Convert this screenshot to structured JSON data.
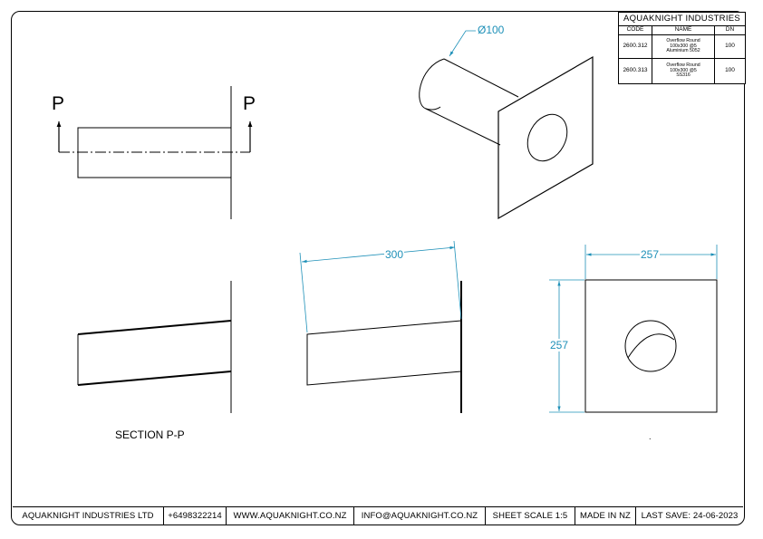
{
  "title_block": {
    "company": "AQUAKNIGHT INDUSTRIES",
    "columns": [
      "CODE",
      "NAME",
      "DN"
    ],
    "rows": [
      {
        "code": "2600.312",
        "name_lines": [
          "Overflow Round",
          "100x300 @5",
          "Aluminium 5052"
        ],
        "dn": "100"
      },
      {
        "code": "2600.313",
        "name_lines": [
          "Overflow Round",
          "100x300 @5",
          "SS316"
        ],
        "dn": "100"
      }
    ]
  },
  "labels": {
    "section_left": "P",
    "section_right": "P",
    "section_title": "SECTION P-P",
    "small_mark": "."
  },
  "dimensions": {
    "diameter": "Ø100",
    "length": "300",
    "width": "257",
    "height": "257"
  },
  "colors": {
    "line": "#000000",
    "dimension": "#1e90b8"
  },
  "footer": {
    "company": "AQUAKNIGHT INDUSTRIES LTD",
    "phone": "+6498322214",
    "website": "WWW.AQUAKNIGHT.CO.NZ",
    "email": "INFO@AQUAKNIGHT.CO.NZ",
    "scale": "SHEET SCALE 1:5",
    "origin": "MADE IN NZ",
    "last_save": "LAST SAVE: 24-06-2023"
  }
}
